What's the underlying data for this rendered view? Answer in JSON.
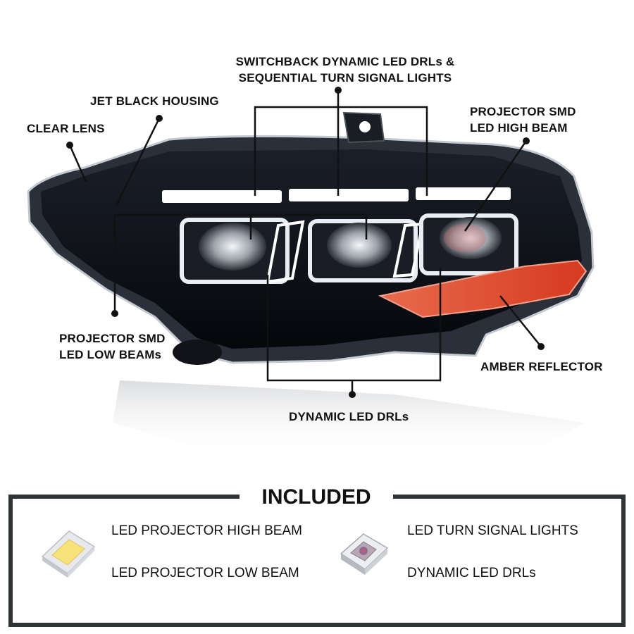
{
  "callouts": {
    "drl_sequential": [
      "SWITCHBACK DYNAMIC LED DRLs &",
      "SEQUENTIAL TURN SIGNAL LIGHTS"
    ],
    "housing": "JET BLACK HOUSING",
    "lens": "CLEAR LENS",
    "high_beam": [
      "PROJECTOR SMD",
      "LED HIGH BEAM"
    ],
    "low_beams": [
      "PROJECTOR SMD",
      "LED LOW BEAMs"
    ],
    "amber": "AMBER REFLECTOR",
    "dynamic_drl": "DYNAMIC LED DRLs"
  },
  "included": {
    "title": "INCLUDED",
    "items": [
      "LED PROJECTOR HIGH BEAM",
      "LED PROJECTOR LOW BEAM",
      "LED TURN SIGNAL LIGHTS",
      "DYNAMIC LED DRLs"
    ]
  },
  "icons": {
    "product": "headlight-assembly-image",
    "chip_white": "white-smd-led-chip-icon",
    "chip_rgb": "rgb-smd-led-chip-icon"
  },
  "colors": {
    "housing": "#0b0d12",
    "amber": "#e4442a",
    "drl_glow": "#ffffff",
    "frame": "#2e3335",
    "led_yellow": "#f7e27a"
  }
}
